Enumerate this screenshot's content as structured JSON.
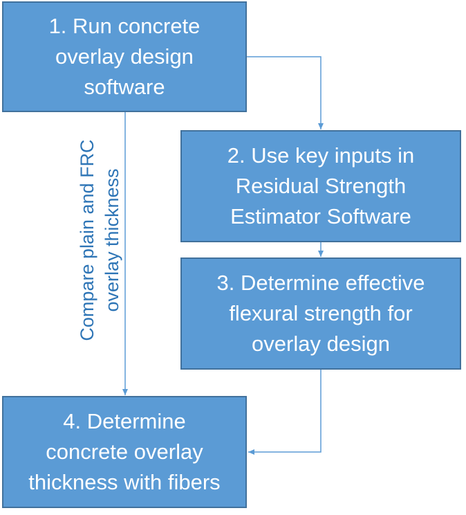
{
  "steps": [
    {
      "lines": [
        "1. Run concrete",
        "overlay design",
        "software"
      ]
    },
    {
      "lines": [
        "2. Use key inputs in",
        "Residual Strength",
        "Estimator Software"
      ]
    },
    {
      "lines": [
        "3. Determine effective",
        "flexural strength for",
        "overlay design"
      ]
    },
    {
      "lines": [
        "4. Determine",
        "concrete overlay",
        "thickness with fibers"
      ]
    }
  ],
  "side_label": {
    "lines": [
      "Compare plain and FRC",
      "overlay thickness"
    ]
  },
  "colors": {
    "box_fill": "#5b9bd5",
    "box_border": "#41719c",
    "box_text": "#ffffff",
    "connector": "#5b9bd5",
    "side_label_text": "#2e75b6"
  }
}
